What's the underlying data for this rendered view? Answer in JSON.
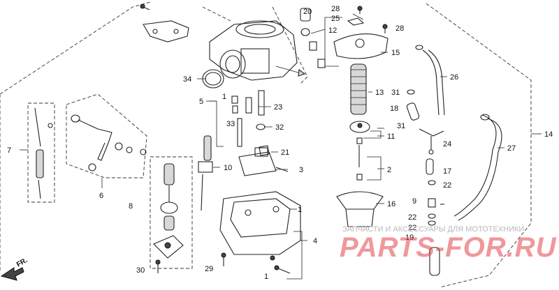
{
  "callouts": [
    "1",
    "2",
    "3",
    "4",
    "5",
    "6",
    "7",
    "8",
    "9",
    "10",
    "11",
    "12",
    "13",
    "14",
    "15",
    "16",
    "17",
    "18",
    "19",
    "20",
    "21",
    "22",
    "23",
    "24",
    "25",
    "26",
    "27",
    "28",
    "29",
    "30",
    "31",
    "32",
    "33",
    "34"
  ],
  "direction_label": "FR.",
  "watermark": {
    "caption": "ЗАПЧАСТИ И АКСЕССУАРЫ ДЛЯ МОТОТЕХНИКИ",
    "logo": "PARTS-FOR.RU"
  },
  "colors": {
    "line": "#222222",
    "watermark_logo": "#e2434a",
    "watermark_caption": "#b8b8b8"
  }
}
